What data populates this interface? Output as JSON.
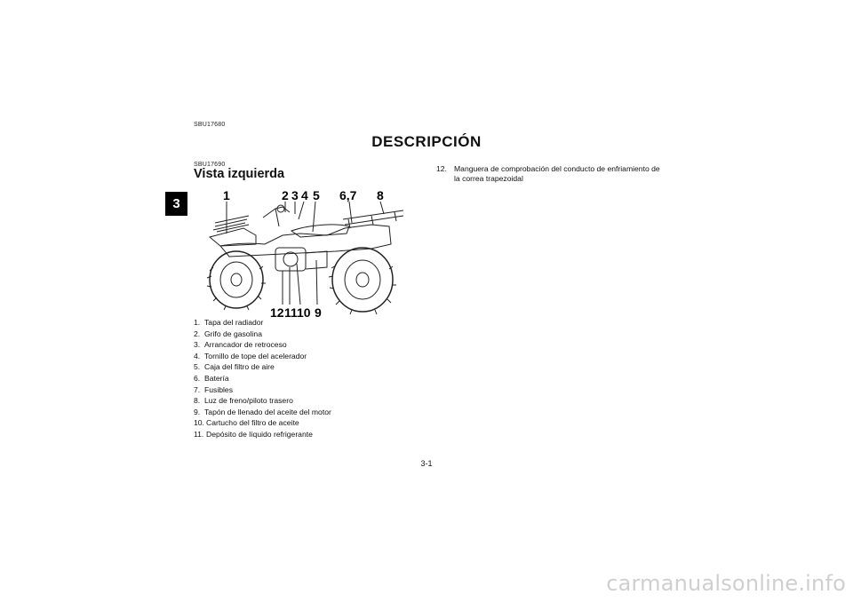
{
  "page": {
    "chapter_tab": "3",
    "section_code": "SBU17680",
    "title": "DESCRIPCIÓN",
    "subsection_code": "SBU17690",
    "subheading": "Vista izquierda",
    "page_number": "3-1"
  },
  "figure": {
    "callouts_top": [
      "1",
      "2",
      "3",
      "4",
      "5",
      "6,7",
      "8"
    ],
    "callouts_bottom": [
      "12",
      "11",
      "10",
      "9"
    ]
  },
  "legend": [
    {
      "num": "1.",
      "text": "Tapa del radiador"
    },
    {
      "num": "2.",
      "text": "Grifo de gasolina"
    },
    {
      "num": "3.",
      "text": "Arrancador de retroceso"
    },
    {
      "num": "4.",
      "text": "Tornillo de tope del acelerador"
    },
    {
      "num": "5.",
      "text": "Caja del filtro de aire"
    },
    {
      "num": "6.",
      "text": "Batería"
    },
    {
      "num": "7.",
      "text": "Fusibles"
    },
    {
      "num": "8.",
      "text": "Luz de freno/piloto trasero"
    },
    {
      "num": "9.",
      "text": "Tapón de llenado del aceite del motor"
    },
    {
      "num": "10.",
      "text": "Cartucho del filtro de aceite"
    },
    {
      "num": "11.",
      "text": "Depósito de líquido refrigerante"
    }
  ],
  "legend_continued": [
    {
      "num": "12.",
      "text": "Manguera de comprobación del conducto de enfriamiento de la correa trapezoidal"
    }
  ],
  "watermark": "carmanualsonline.info"
}
